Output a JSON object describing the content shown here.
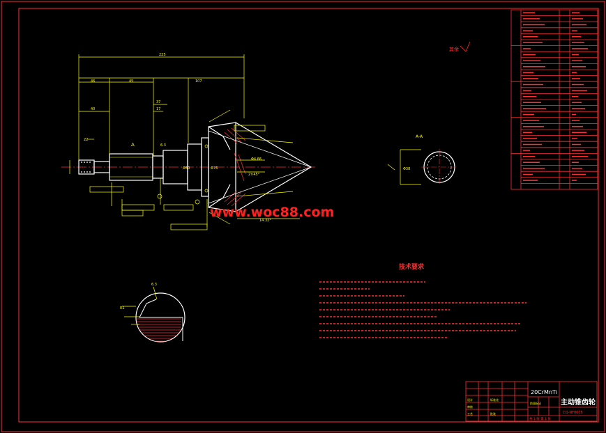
{
  "watermark": "www.woc88.com",
  "tech_requirements": {
    "title": "技术要求"
  },
  "title_block": {
    "material": "20CrMnTi",
    "part_name": "主动锥齿轮",
    "drawing_no": "CQ-NF0005",
    "page_info": "共 1 张  第 1 张"
  },
  "section_label": "A-A",
  "view_label_a": "A",
  "roughness_note": "其余",
  "colors": {
    "background": "#000000",
    "border": "#ff0000",
    "geometry": "#ffffff",
    "dimension": "#ffff00",
    "centerline": "#ff0000",
    "hatch": "#ff0000",
    "watermark": "#ff0000"
  }
}
